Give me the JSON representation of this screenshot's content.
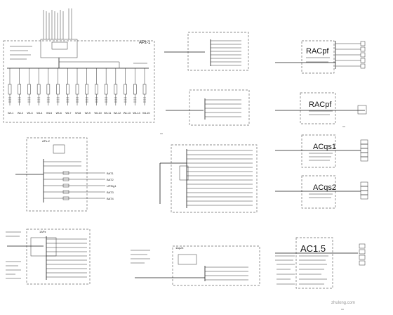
{
  "panels": [
    {
      "id": "main-distribution-panel",
      "label": "APz-1"
    },
    {
      "id": "ap-lighting-panel",
      "label": "APz-2"
    },
    {
      "id": "bottom-left-panel",
      "label": "1APz"
    },
    {
      "id": "bottom-middle-panel",
      "label": "1Apz3"
    },
    {
      "id": "racpf-upper",
      "label": "RACpf"
    },
    {
      "id": "racpf-lower",
      "label": "RACpf"
    },
    {
      "id": "acqs1",
      "label": "ACqs1"
    },
    {
      "id": "acqs2",
      "label": "ACqs2"
    },
    {
      "id": "ac15",
      "label": "AC1.5"
    }
  ],
  "main_panel_outputs": [
    "WL1",
    "WL2",
    "WL3",
    "WL4",
    "WL5",
    "WL6",
    "WL7",
    "WL8",
    "WL9",
    "WL10",
    "WL11",
    "WL12",
    "WL13",
    "WL14",
    "WL15"
  ],
  "ap_outputs": [
    "BAT1",
    "BAT2",
    "UPSig1",
    "BAT3",
    "BAT4"
  ],
  "watermark": "zhulong.com"
}
